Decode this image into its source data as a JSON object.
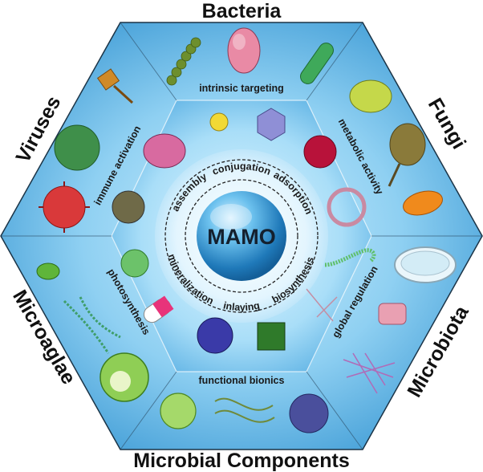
{
  "center": {
    "label": "MAMO"
  },
  "inner_methods": [
    "conjugation",
    "adsorption",
    "biosynthesis",
    "inlaying",
    "mineralization",
    "assembly"
  ],
  "ring_functions": [
    "intrinsic targeting",
    "metabolic activity",
    "global regulation",
    "functional bionics",
    "photosynthesis",
    "immune activation"
  ],
  "outer_categories": [
    "Bacteria",
    "Fungi",
    "Microbiota",
    "Microbial Components",
    "Microaglae",
    "Viruses"
  ],
  "colors": {
    "outer_hex": "#7fc8ee",
    "ring_hex": "#a5dcf7",
    "inner_hex": "#dff3fd",
    "sphere": "#2f86c4",
    "border": "#1b3447"
  }
}
